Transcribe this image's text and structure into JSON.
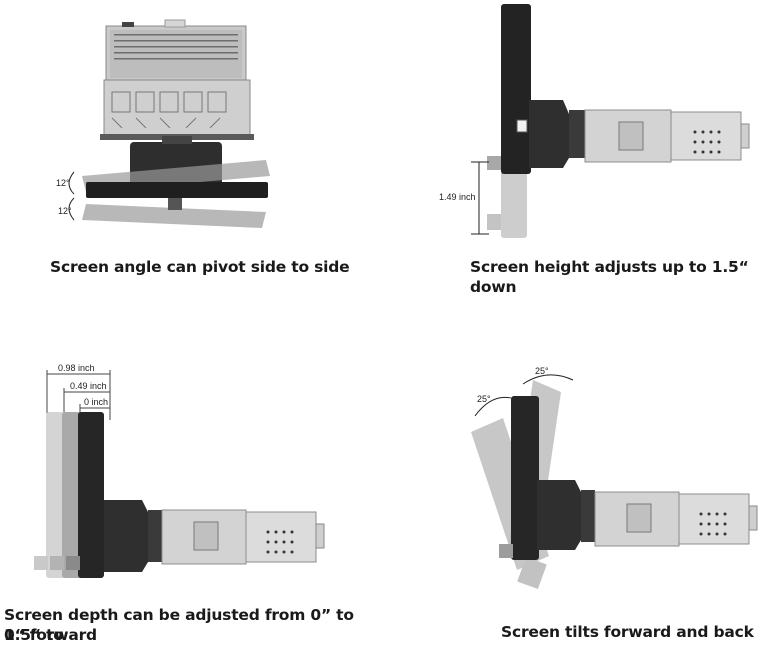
{
  "panels": {
    "pivot": {
      "caption": "Screen angle can pivot side to side",
      "angle_top": "12°",
      "angle_bottom": "12°"
    },
    "height": {
      "caption": "Screen height adjusts up to 1.5“ down",
      "dimension": "1.49 inch"
    },
    "depth": {
      "caption_line1": "Screen depth can be adjusted from 0” to 0.5“ to",
      "caption_line2": "1“ forward",
      "dim_far": "0.98 inch",
      "dim_mid": "0.49 inch",
      "dim_near": "0 inch"
    },
    "tilt": {
      "caption": "Screen tilts forward and back",
      "angle_left": "25°",
      "angle_right": "25°"
    }
  }
}
